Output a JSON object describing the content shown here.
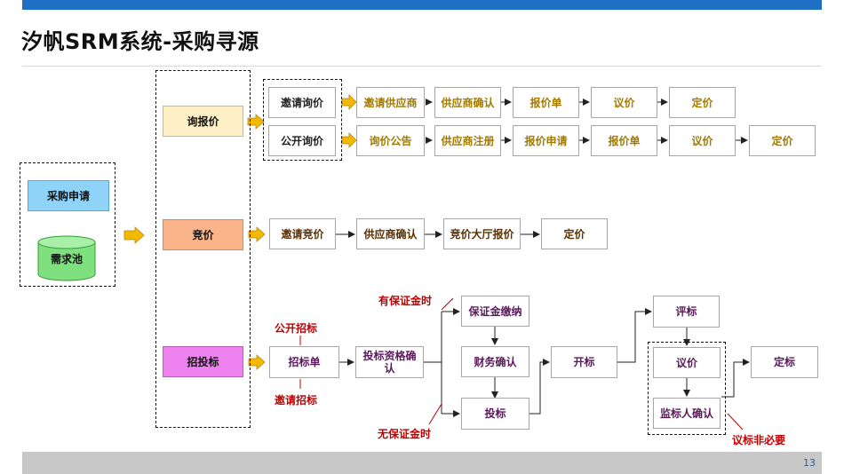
{
  "header": {
    "title": "汐帆SRM系统-采购寻源"
  },
  "footer": {
    "page_number": "13"
  },
  "left": {
    "purchase_request": "采购申请",
    "demand_pool": "需求池"
  },
  "methods": {
    "inquiry": "询报价",
    "bidding": "竞价",
    "tender": "招投标"
  },
  "inquiry": {
    "invite_label": "邀请询价",
    "open_label": "公开询价",
    "invite_steps": [
      "邀请供应商",
      "供应商确认",
      "报价单",
      "议价",
      "定价"
    ],
    "open_steps": [
      "询价公告",
      "供应商注册",
      "报价申请",
      "报价单",
      "议价",
      "定价"
    ]
  },
  "bidding_steps": [
    "邀请竞价",
    "供应商确认",
    "竞价大厅报价",
    "定价"
  ],
  "tender": {
    "public_note": "公开招标",
    "invite_note": "邀请招标",
    "tender_doc": "招标单",
    "qualification": "投标资格确认",
    "with_deposit_note": "有保证金时",
    "without_deposit_note": "无保证金时",
    "deposit_pay": "保证金缴纳",
    "finance_confirm": "财务确认",
    "submit_bid": "投标",
    "open_bid": "开标",
    "evaluate": "评标",
    "negotiate": "议价",
    "supervisor_confirm": "监标人确认",
    "pricing": "定标",
    "negotiation_optional_note": "议标非必要"
  },
  "colors": {
    "topbar": "#1f6fc5",
    "purchase_request": "#8fd3f9",
    "demand_pool": "#7ee07e",
    "inquiry": "#fdf0c7",
    "bidding": "#f9b48a",
    "tender": "#ee82ee",
    "arrow_fill": "#f5b800",
    "note_red": "#c00000"
  }
}
